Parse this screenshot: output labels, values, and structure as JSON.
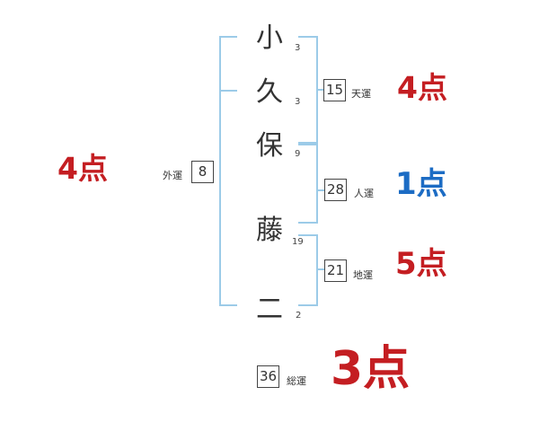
{
  "name_chars": [
    {
      "char": "小",
      "strokes": "3"
    },
    {
      "char": "久",
      "strokes": "3"
    },
    {
      "char": "保",
      "strokes": "9"
    },
    {
      "char": "藤",
      "strokes": "19"
    },
    {
      "char": "二",
      "strokes": "2"
    }
  ],
  "gaiun": {
    "label": "外運",
    "value": "8",
    "score": "4点",
    "score_color": "#c41e22"
  },
  "tenun": {
    "label": "天運",
    "value": "15",
    "score": "4点",
    "score_color": "#c41e22"
  },
  "jinun": {
    "label": "人運",
    "value": "28",
    "score": "1点",
    "score_color": "#1c6cc4"
  },
  "chiun": {
    "label": "地運",
    "value": "21",
    "score": "5点",
    "score_color": "#c41e22"
  },
  "souun": {
    "label": "総運",
    "value": "36",
    "score": "3点",
    "score_color": "#c41e22"
  }
}
